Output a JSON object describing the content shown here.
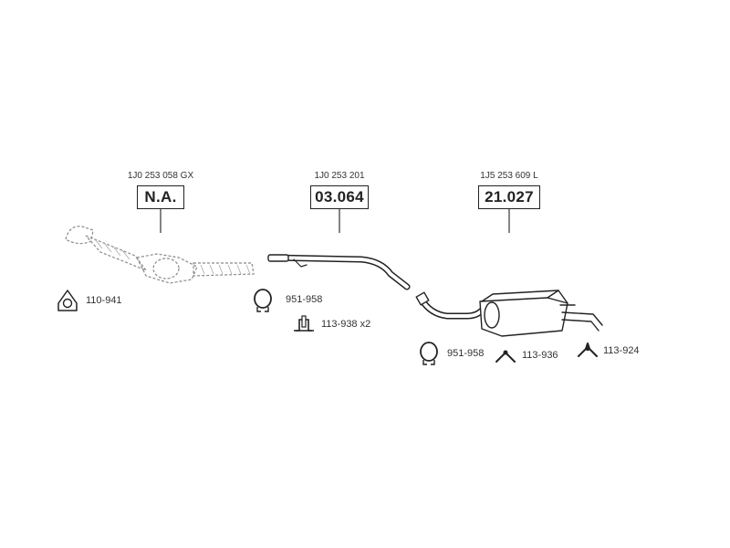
{
  "parts": [
    {
      "oe": "1J0 253 058 GX",
      "code": "N.A."
    },
    {
      "oe": "1J0 253 201",
      "code": "03.064"
    },
    {
      "oe": "1J5 253 609 L",
      "code": "21.027"
    }
  ],
  "accessories": {
    "gasket": "110-941",
    "clamp_front": "951-958",
    "bracket": "113-938 x2",
    "clamp_rear": "951-958",
    "hanger_a": "113-936",
    "hanger_b": "113-924"
  },
  "colors": {
    "ink": "#222222",
    "outline": "#555555",
    "hatch": "#9a9a9a"
  },
  "icons": [
    "gasket-icon",
    "clamp-icon",
    "bracket-icon",
    "hanger-icon"
  ]
}
